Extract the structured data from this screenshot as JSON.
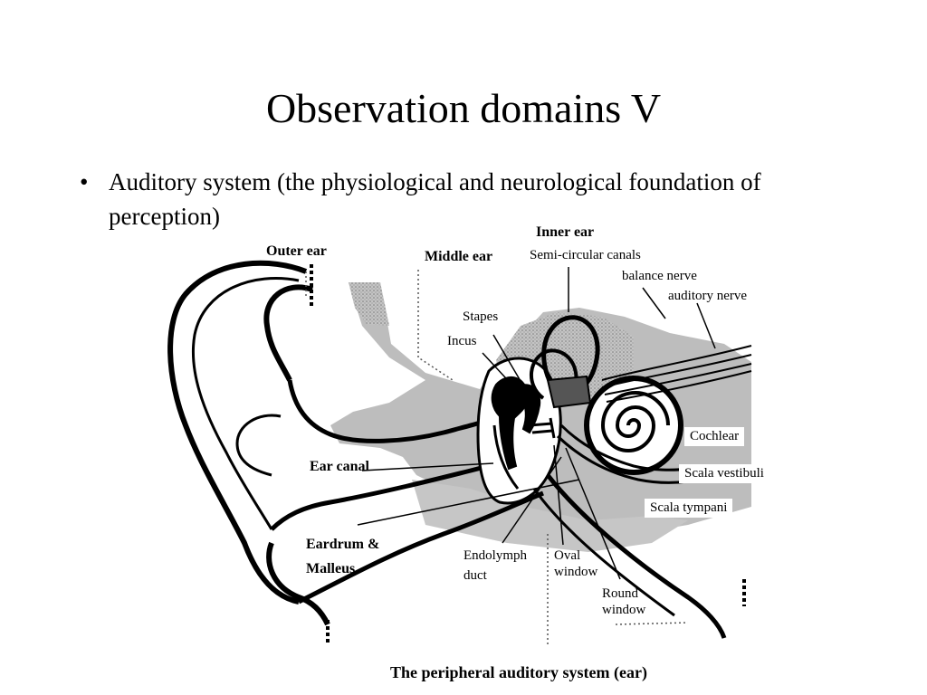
{
  "slide": {
    "title": "Observation domains V",
    "bullet_marker": "•",
    "bullet_text": "Auditory system (the physiological and neurological foundation of perception)"
  },
  "diagram": {
    "labels": {
      "inner_ear": "Inner ear",
      "outer_ear": "Outer ear",
      "middle_ear": "Middle ear",
      "semi_circular_canals": "Semi-circular canals",
      "balance_nerve": "balance nerve",
      "auditory_nerve": "auditory nerve",
      "stapes": "Stapes",
      "incus": "Incus",
      "cochlear": "Cochlear",
      "ear_canal": "Ear canal",
      "scala_vestibuli": "Scala vestibuli",
      "scala_tympani": "Scala tympani",
      "eardrum_malleus_1": "Eardrum &",
      "eardrum_malleus_2": "Malleus",
      "endolymph_1": "Endolymph",
      "endolymph_2": "duct",
      "oval_1": "Oval",
      "oval_2": "window",
      "round_1": "Round",
      "round_2": "window"
    },
    "caption": "The peripheral auditory system (ear)",
    "colors": {
      "tissue": "#bdbdbd",
      "bone": "#9a9a9a",
      "ink": "#000000"
    }
  }
}
